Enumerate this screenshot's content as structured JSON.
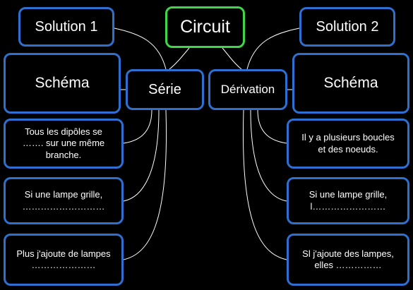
{
  "root": {
    "label": "Circuit"
  },
  "left": {
    "solution": "Solution 1",
    "schema": "Schéma",
    "branch": "Série",
    "items": [
      "Tous les dipôles se\n……. sur une même\nbranche.",
      "Si une lampe grille,\n………………………",
      "Plus j'ajoute de lampes\n…………………"
    ]
  },
  "right": {
    "solution": "Solution 2",
    "schema": "Schéma",
    "branch": "Dérivation",
    "items": [
      "Il y a plusieurs boucles\net des noeuds.",
      "Si une lampe grille,\nl……………………",
      "Sl j'ajoute des lampes,\nelles ……………"
    ]
  },
  "colors": {
    "background": "#000000",
    "node_border": "#2f6fd0",
    "root_border": "#3fd64a",
    "connector": "#ffffff"
  }
}
